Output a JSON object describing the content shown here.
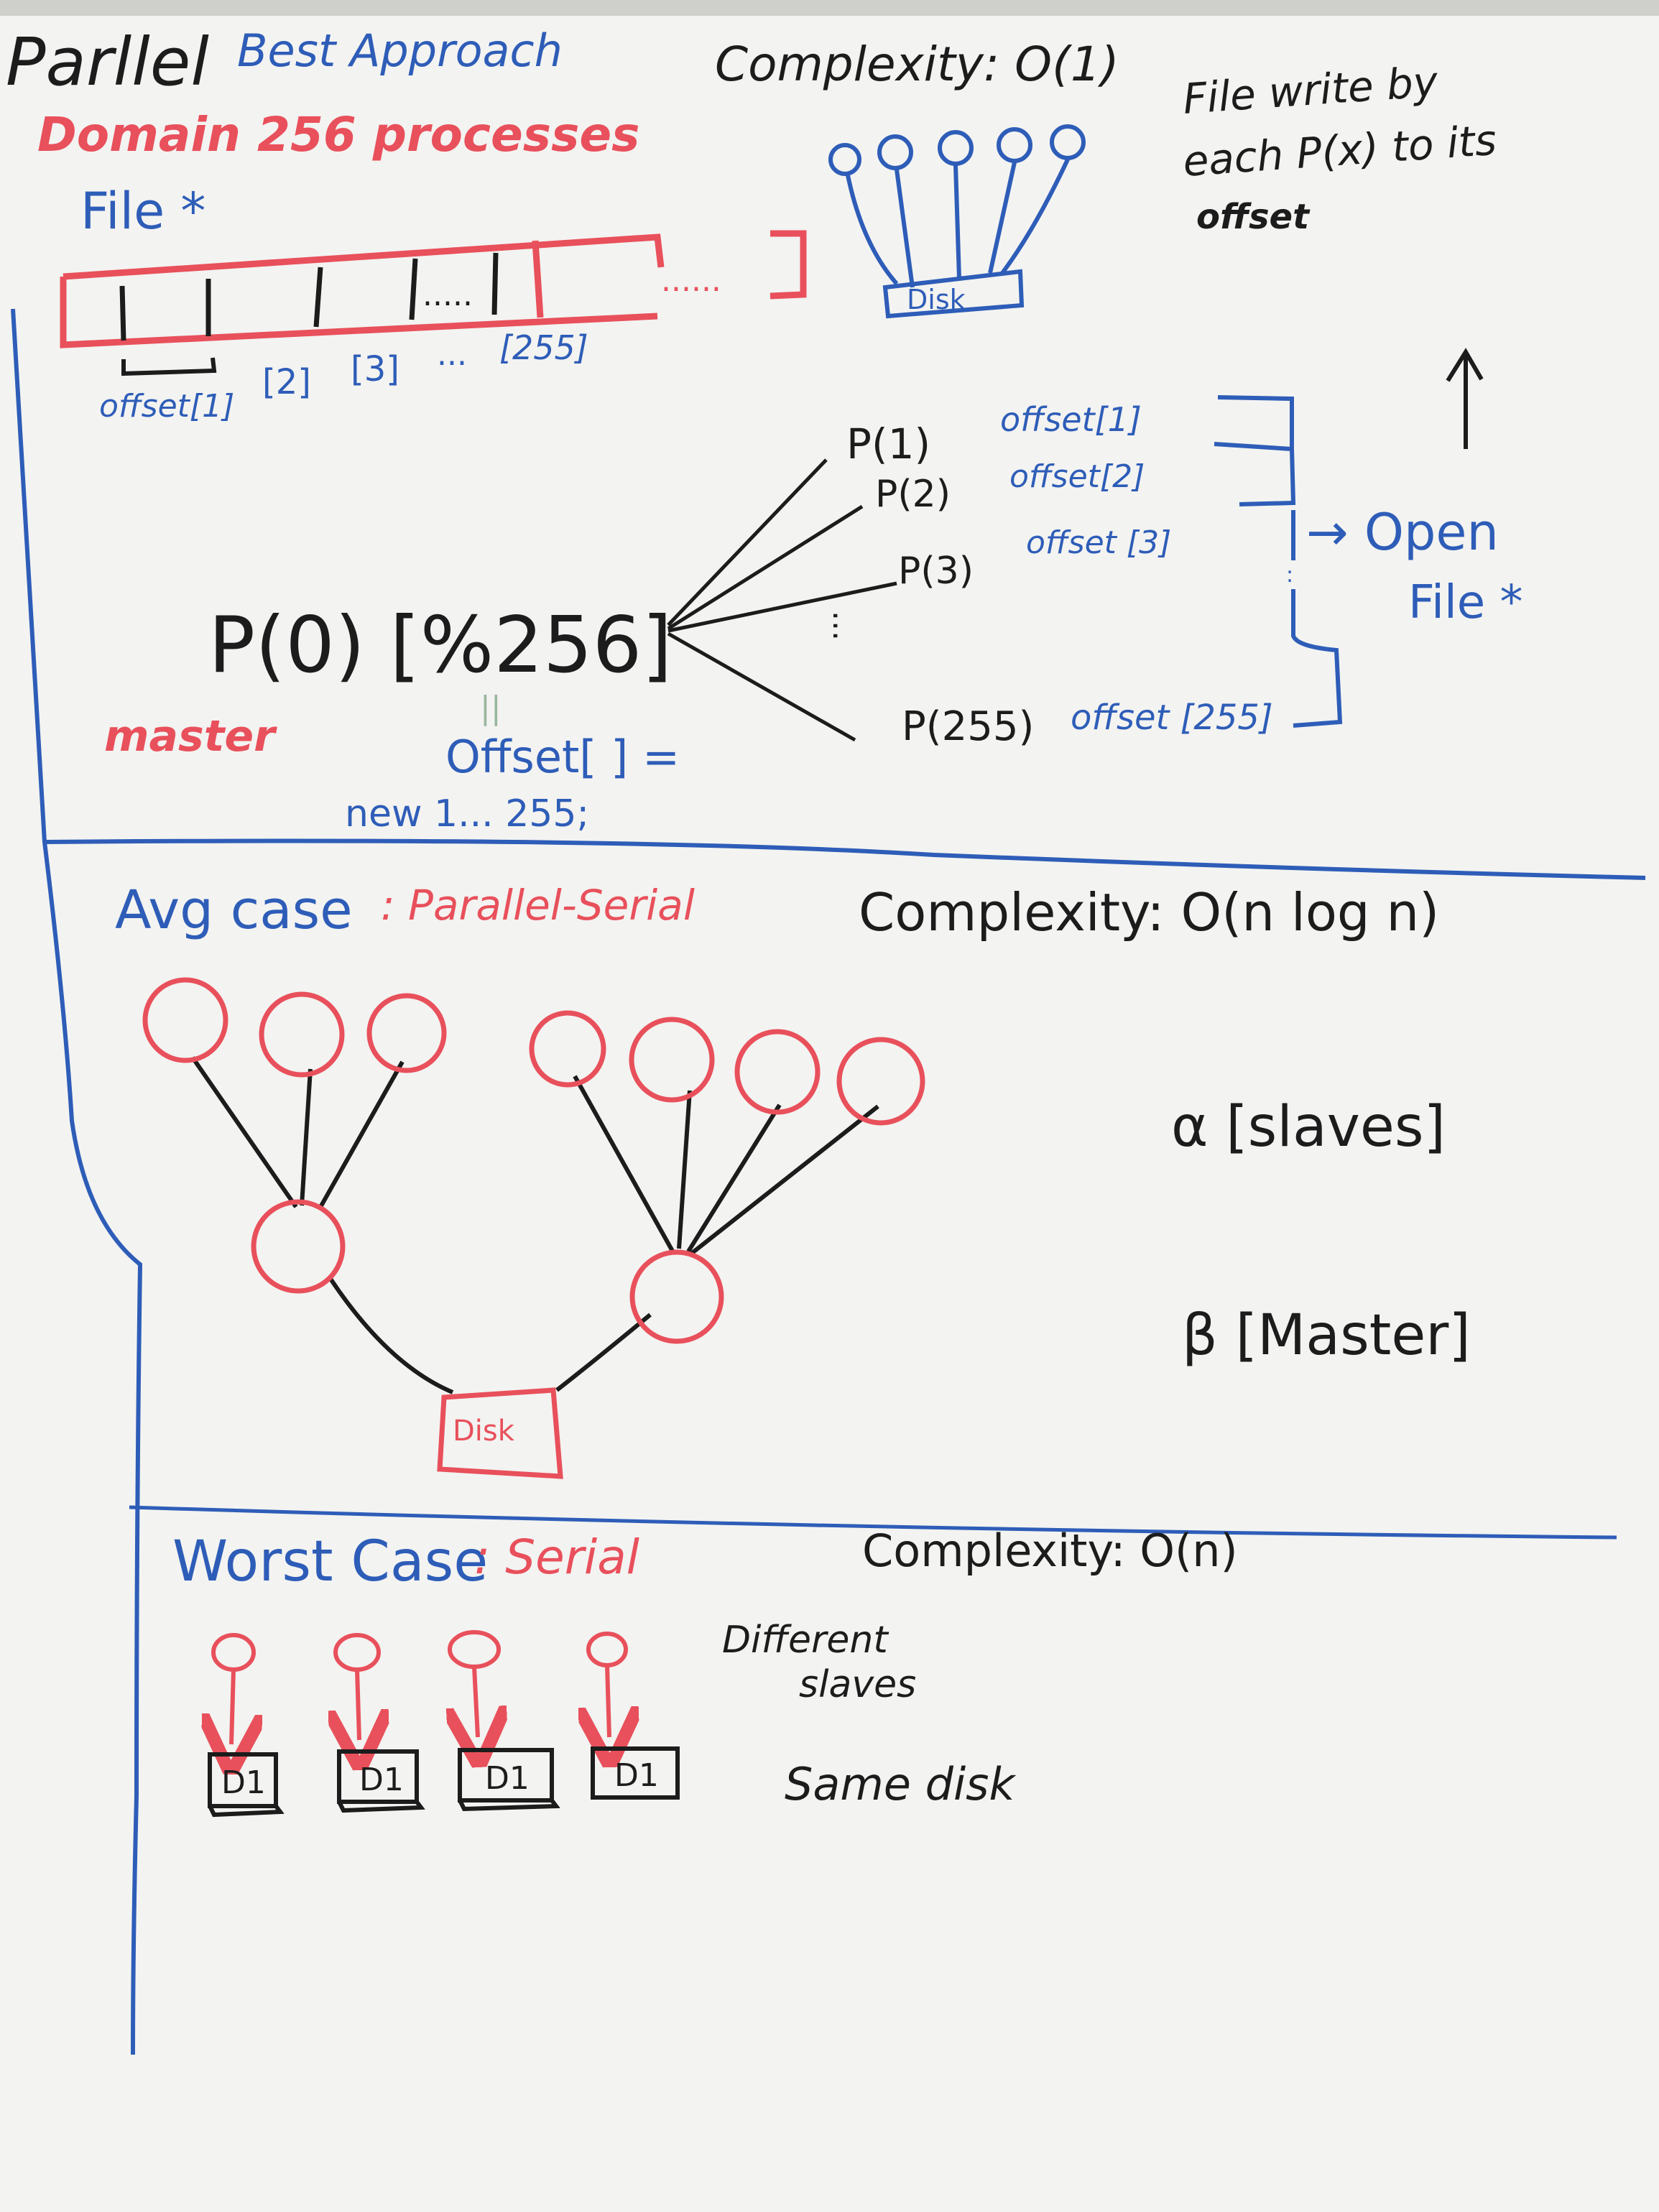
{
  "colors": {
    "board": "#f3f3f1",
    "black": "#1c1c1c",
    "red": "#e8505b",
    "blue": "#2e5db8"
  },
  "sections": {
    "parallel": {
      "title": "Parllel",
      "subtitle": "Best Approach",
      "domain": "Domain 256 processes",
      "complexity": "Complexity: O(1)",
      "file_label": "File *",
      "offset_label": "offset[1]",
      "idx2": "[2]",
      "idx3": "[3]",
      "dots": "...",
      "idx255": "[255]",
      "buffer_dots": ".....",
      "trail_dots": "......",
      "disk": "Disk",
      "note_line1": "File write by",
      "note_line2": "each P(x) to its",
      "note_line3": "offset",
      "master_process": "P(0) [%256]",
      "master_label": "master",
      "equals_mark": "||",
      "offset_decl_line1": "Offset[ ] =",
      "offset_decl_line2": "new 1... 255;",
      "processes": [
        {
          "name": "P(1)",
          "offset": "offset[1]"
        },
        {
          "name": "P(2)",
          "offset": "offset[2]"
        },
        {
          "name": "P(3)",
          "offset": "offset [3]"
        },
        {
          "name": "P(255)",
          "offset": "offset [255]"
        }
      ],
      "open_line1": "→ Open",
      "open_line2": "File *"
    },
    "average": {
      "title": "Avg case",
      "mode": ": Parallel-Serial",
      "complexity": "Complexity: O(n log n)",
      "disk": "Disk",
      "alpha": "α [slaves]",
      "beta": "β [Master]"
    },
    "worst": {
      "title": "Worst Case",
      "mode": ": Serial",
      "complexity": "Complexity: O(n)",
      "disk_label": "D1",
      "note1_line1": "Different",
      "note1_line2": "slaves",
      "note2": "Same disk"
    }
  }
}
